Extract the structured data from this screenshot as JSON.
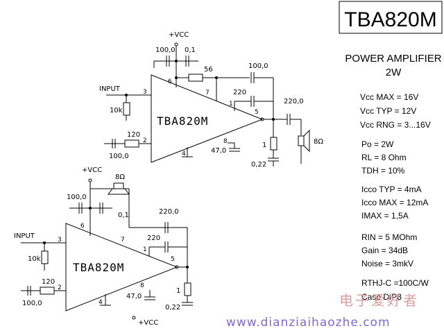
{
  "title": "TBA820M",
  "spec": {
    "heading_line1": "POWER AMPLIFIER",
    "heading_line2": "2W",
    "vcc_max": "Vcc MAX = 16V",
    "vcc_typ": "Vcc TYP = 12V",
    "vcc_rng": "Vcc RNG = 3...16V",
    "po": "Po = 2W",
    "rl": "RL = 8 Ohm",
    "tdh": "TDH = 10%",
    "icco_typ": "Icco TYP = 4mA",
    "icco_max": "Icco MAX = 12mA",
    "imax": "IMAX = 1,5A",
    "rin": "RIN = 5 MOhm",
    "gain": "Gain = 34dB",
    "noise": "Noise = 3mkV",
    "rthj": "RTHJ-C =100C/W",
    "case": "Case DIP8"
  },
  "watermark": {
    "cn": "电子爱好者",
    "url": "www.dianziaihaozhe.com"
  },
  "c1": {
    "chip": "TBA820M",
    "vcc": "+VCC",
    "input": "INPUT",
    "c_100": "100,0",
    "c_01": "0,1",
    "r_56": "56",
    "c_100b": "100,0",
    "c_220": "220",
    "c_2200": "220,0",
    "r_10k": "10k",
    "r_120": "120",
    "c_100c": "100,0",
    "c_470": "47,0",
    "r_1": "1",
    "c_022": "0,22",
    "spk": "8Ω",
    "pin_1": "1",
    "pin_2": "2",
    "pin_3": "3",
    "pin_4": "4",
    "pin_5": "5",
    "pin_6": "6",
    "pin_7": "7",
    "pin_8": "8"
  },
  "c2": {
    "chip": "TBA820M",
    "vcc": "+VCC",
    "vcc_bottom": "+VCC",
    "input": "INPUT",
    "spk": "8Ω",
    "c_100": "100,0",
    "c_01": "0,1",
    "c_2200": "220,0",
    "c_220": "220",
    "r_10k": "10k",
    "r_120": "120",
    "c_100c": "100,0",
    "c_470": "47,0",
    "r_1": "1",
    "c_022": "0,22",
    "pin_1": "1",
    "pin_2": "2",
    "pin_3": "3",
    "pin_4": "4",
    "pin_5": "5",
    "pin_6": "6",
    "pin_7": "7",
    "pin_8": "8"
  }
}
